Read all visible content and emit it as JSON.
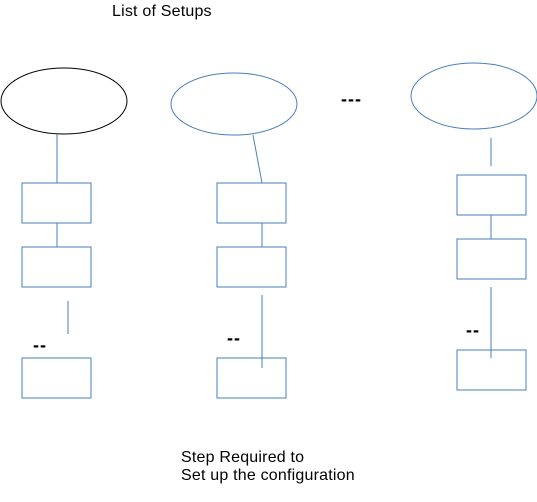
{
  "title": "List of Setups",
  "caption": {
    "line1": "Step Required to",
    "line2": "Set up the configuration"
  },
  "ellipsis_between_setups": "---",
  "ellipsis_steps": [
    "--",
    "--",
    "--"
  ],
  "colors": {
    "first_ellipse_stroke": "#000000",
    "shape_stroke": "#4a7ebb",
    "line_stroke": "#4a7ebb",
    "text": "#000000"
  }
}
